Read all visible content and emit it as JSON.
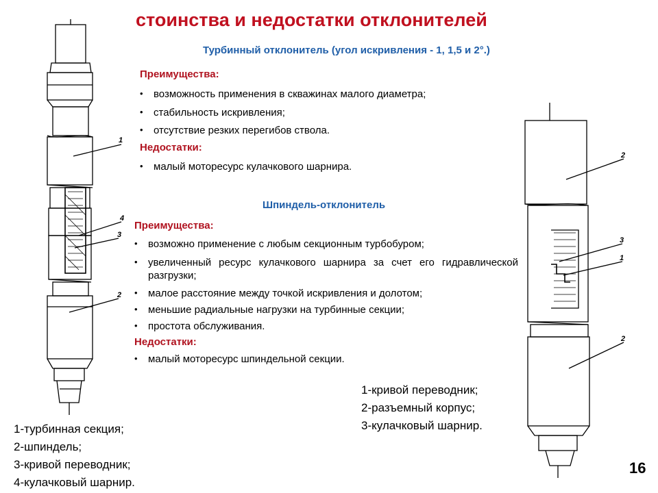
{
  "slide": {
    "title": "стоинства и недостатки отклонителей",
    "page_number": "16"
  },
  "turbine": {
    "heading": "Турбинный отклонитель (угол  искривления - 1, 1,5 и 2°.)",
    "adv_label": "Преимущества:",
    "advantages": [
      "возможность применения в скважинах малого диаметра;",
      "стабильность искривления;",
      "отсутствие резких перегибов ствола."
    ],
    "dis_label": "Недостатки:",
    "disadvantages": [
      "малый моторесурс кулачкового шарнира."
    ]
  },
  "spindle": {
    "heading": "Шпиндель-отклонитель",
    "adv_label": "Преимущества:",
    "advantages": [
      "возможно применение с любым секционным турбобуром;",
      "увеличенный ресурс кулачкового шарнира за счет его гидравлической разгрузки;",
      "малое расстояние между точкой искривления и долотом;",
      "меньшие радиальные нагрузки на турбинные секции;",
      "простота обслуживания."
    ],
    "dis_label": "Недостатки:",
    "disadvantages": [
      "малый моторесурс шпиндельной секции."
    ]
  },
  "left_legend": [
    "1-турбинная секция;",
    "2-шпиндель;",
    "3-кривой переводник;",
    "4-кулачковый шарнир."
  ],
  "right_legend": [
    "1-кривой переводник;",
    "2-разъемный корпус;",
    "3-кулачковый шарнир."
  ],
  "left_drawing_callouts": [
    "1",
    "4",
    "3",
    "2"
  ],
  "right_drawing_callouts": [
    "2",
    "3",
    "1",
    "2"
  ]
}
